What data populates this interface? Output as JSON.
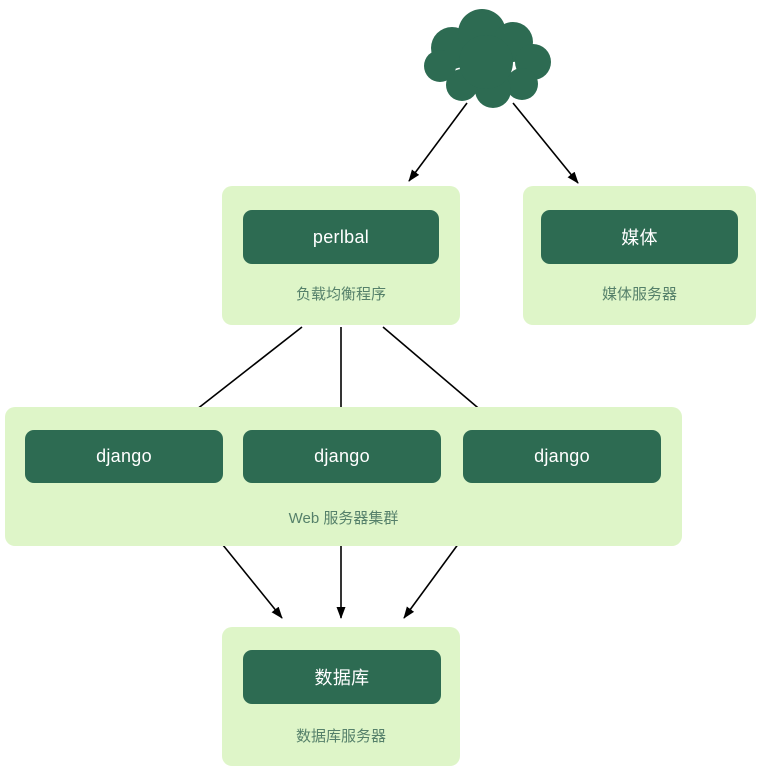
{
  "colors": {
    "node": "#2d6b52",
    "container": "#def5c8",
    "caption": "#55806a",
    "node_text": "#ffffff",
    "arrow": "#000000",
    "background": "#ffffff"
  },
  "diagram": {
    "load_balancer": {
      "label": "perlbal",
      "caption": "负载均衡程序"
    },
    "media": {
      "label": "媒体",
      "caption": "媒体服务器"
    },
    "web_cluster": {
      "caption": "Web 服务器集群",
      "servers": [
        "django",
        "django",
        "django"
      ]
    },
    "database": {
      "label": "数据库",
      "caption": "数据库服务器"
    }
  }
}
